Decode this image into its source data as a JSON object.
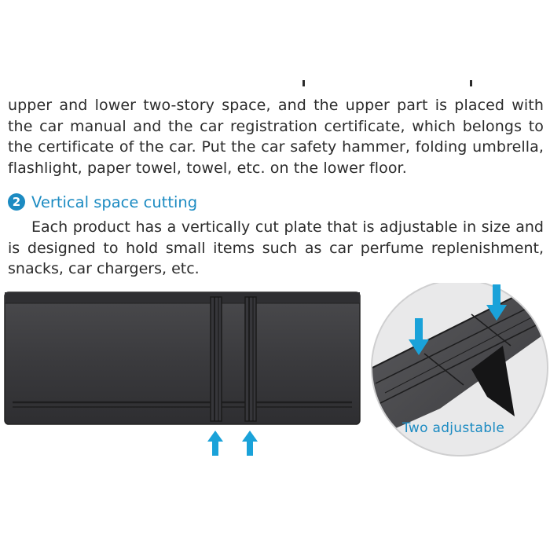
{
  "paragraph_1": "upper and lower two-story space, and the upper part is placed with the car manual and the car registration certificate, which belongs to the certificate of the car. Put the car safety hammer, folding umbrella, flashlight, paper towel, towel, etc. on the lower floor.",
  "section": {
    "number": "2",
    "title": "Vertical space cutting"
  },
  "paragraph_2": "Each product has a vertically cut plate that is adjustable in size and is designed to hold small items such as car perfume replenishment, snacks, car chargers, etc.",
  "callout_label": "Two adjustable",
  "colors": {
    "accent": "#1c8bc2",
    "arrow": "#1aa2d9",
    "product": "#3a3a3c",
    "text": "#2b2b2b"
  }
}
